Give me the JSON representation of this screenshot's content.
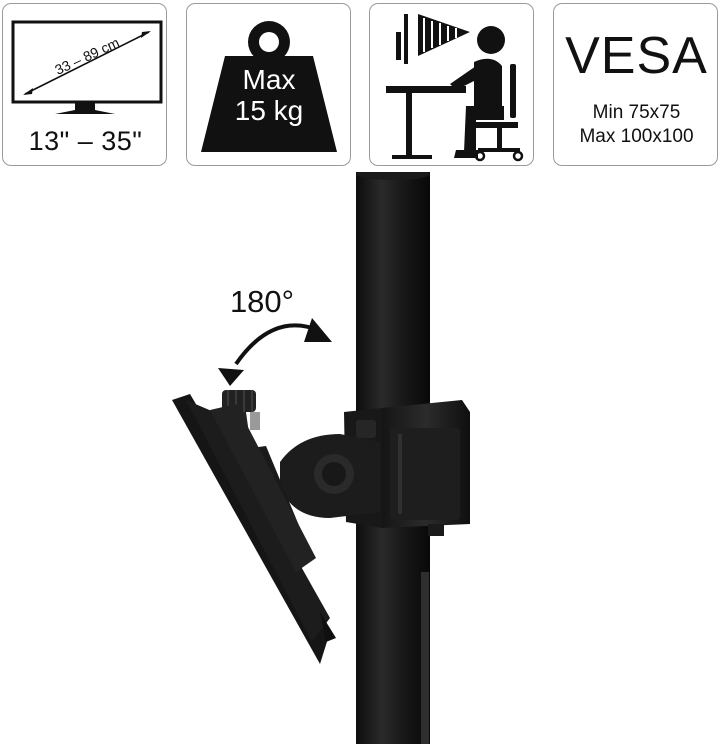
{
  "features": {
    "screen_size": {
      "diagonal_cm": "33 – 89 cm",
      "diagonal_inch": "13\" – 35\"",
      "icon": "monitor-icon"
    },
    "max_load": {
      "line1": "Max",
      "line2": "15 kg",
      "icon": "weight-icon"
    },
    "ergonomics": {
      "icon": "seated-person-desk-icon"
    },
    "vesa": {
      "title": "VESA",
      "min": "Min 75x75",
      "max": "Max 100x100"
    }
  },
  "product": {
    "rotation_label": "180°",
    "rotation_icon": "rotate-arrow-icon"
  },
  "colors": {
    "card_border": "#9b9b9b",
    "icon_black": "#111111",
    "mount_black": "#1c1c1c"
  }
}
